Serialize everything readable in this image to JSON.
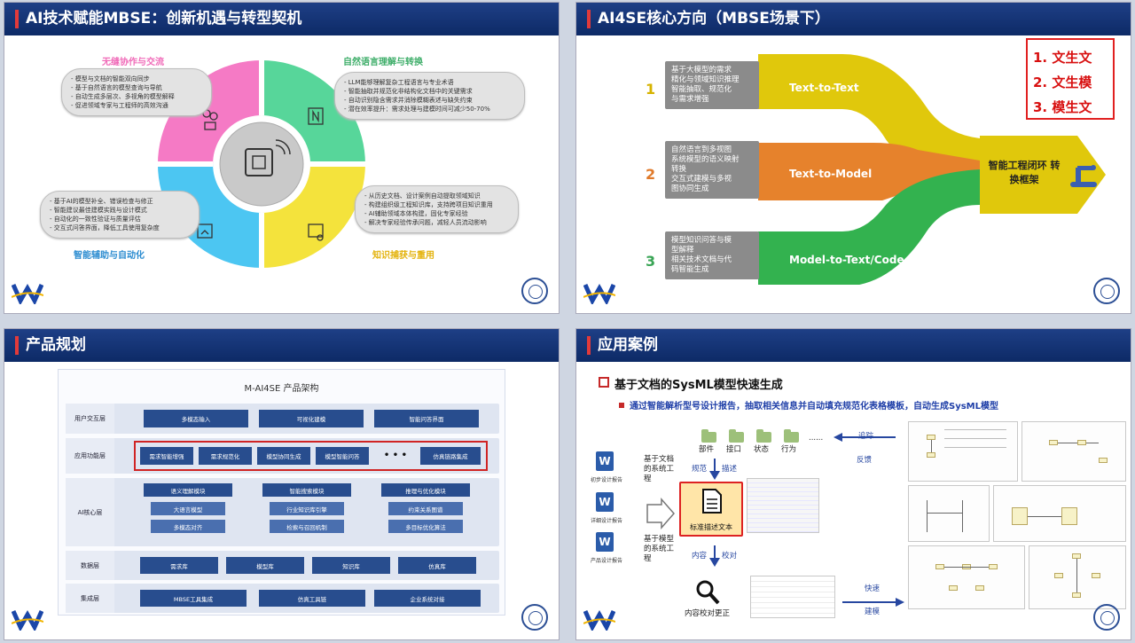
{
  "slide1": {
    "title": "AI技术赋能MBSE：创新机遇与转型契机",
    "quadrants": [
      {
        "label": "无缝协作与交流",
        "color": "#f06ab8",
        "items": [
          "模型与文档的智能双向同步",
          "基于自然语言的模型查询与导航",
          "自动生成多层次、多视角的模型解释",
          "促进领域专家与工程师的高效沟通"
        ]
      },
      {
        "label": "自然语言理解与转换",
        "color": "#3fae6a",
        "items": [
          "LLM能够理解复杂工程语言与专业术语",
          "智能抽取并规范化非结构化文档中的关键需求",
          "自动识别隐含需求并消除模糊表述与缺失约束",
          "潜在效率提升：需求处理与建模时间可减少50-70%"
        ]
      },
      {
        "label": "智能辅助与自动化",
        "color": "#2a8bd0",
        "items": [
          "基于AI的模型补全、错误检查与修正",
          "智能建议最佳建模实践与设计模式",
          "自动化的一致性验证与质量评估",
          "交互式问答界面，降低工具使用复杂度"
        ]
      },
      {
        "label": "知识捕获与重用",
        "color": "#e3b20a",
        "items": [
          "从历史文档、设计案例自动提取领域知识",
          "构建组织级工程知识库，支持跨项目知识重用",
          "AI辅助领域本体构建，固化专家经验",
          "解决专家经验传承问题，减轻人员流动影响"
        ]
      }
    ],
    "ring_colors": {
      "pink": "#f57ac5",
      "green": "#57d69a",
      "blue": "#4cc6f2",
      "yellow": "#f4e33c"
    }
  },
  "slide2": {
    "title": "AI4SE核心方向（MBSE场景下）",
    "rows": [
      {
        "num": "1",
        "num_color": "#d6b300",
        "desc": [
          "基于大模型的需求",
          "精化与领域知识推理",
          "智能抽取、规范化",
          "与需求增强"
        ],
        "label": "Text-to-Text",
        "color": "#e0c80c"
      },
      {
        "num": "2",
        "num_color": "#e07a2a",
        "desc": [
          "自然语言到多视图",
          "系统模型的语义映射",
          "转换",
          "交互式建模与多视",
          "图协同生成"
        ],
        "label": "Text-to-Model",
        "color": "#e6822c"
      },
      {
        "num": "3",
        "num_color": "#3aa556",
        "desc": [
          "模型知识问答与模",
          "型解释",
          "相关技术文档与代",
          "码智能生成"
        ],
        "label": "Model-to-Text/Code",
        "color": "#33b24f"
      }
    ],
    "merge_label": "智能工程闭环 转换框架",
    "key_directions": [
      "1.  文生文",
      "2.  文生模",
      "3.  模生文"
    ]
  },
  "slide3": {
    "title": "产品规划",
    "arch_title": "M-AI4SE 产品架构",
    "layers": {
      "ui": {
        "name": "用户交互层",
        "blocks": [
          "多模态输入",
          "可视化建模",
          "智能问答界面"
        ]
      },
      "app": {
        "name": "应用功能层",
        "blocks": [
          "需求智能增强",
          "需求规范化",
          "模型协同生成",
          "模型智能问答",
          "• • •",
          "仿真链路集成"
        ]
      },
      "ai": {
        "name": "AI核心层",
        "modules": [
          {
            "head": "语义理解模块",
            "items": [
              "大语言模型",
              "多模态对齐"
            ]
          },
          {
            "head": "智能搜索模块",
            "items": [
              "行业知识库引擎",
              "检索与召回机制"
            ]
          },
          {
            "head": "推理与优化模块",
            "items": [
              "约束关系图谱",
              "多目标优化算法"
            ]
          }
        ]
      },
      "data": {
        "name": "数据层",
        "blocks": [
          "需求库",
          "模型库",
          "知识库",
          "仿真库"
        ]
      },
      "integ": {
        "name": "集成层",
        "blocks": [
          "MBSE工具集成",
          "仿真工具链",
          "企业系统对接"
        ]
      }
    }
  },
  "slide4": {
    "title": "应用案例",
    "heading": "基于文档的SysML模型快速生成",
    "subheading": "通过智能解析型号设计报告，抽取相关信息并自动填充规范化表格模板，自动生成SysML模型",
    "docs": [
      "初步设计报告",
      "详细设计报告",
      "产品设计报告"
    ],
    "doc_letter": "W",
    "left_label_top": "基于文档的系统工程",
    "left_label_bottom": "基于模型的系统工程",
    "folders": [
      "部件",
      "接口",
      "状态",
      "行为"
    ],
    "ellipsis": "......",
    "trace_labels": [
      "追踪",
      "反馈"
    ],
    "spec_labels": [
      "规范",
      "描述"
    ],
    "center_box": "标准描述文本",
    "check_labels": [
      "内容",
      "校对"
    ],
    "check_box": "内容校对更正",
    "fast_labels": [
      "快速",
      "建模"
    ]
  }
}
